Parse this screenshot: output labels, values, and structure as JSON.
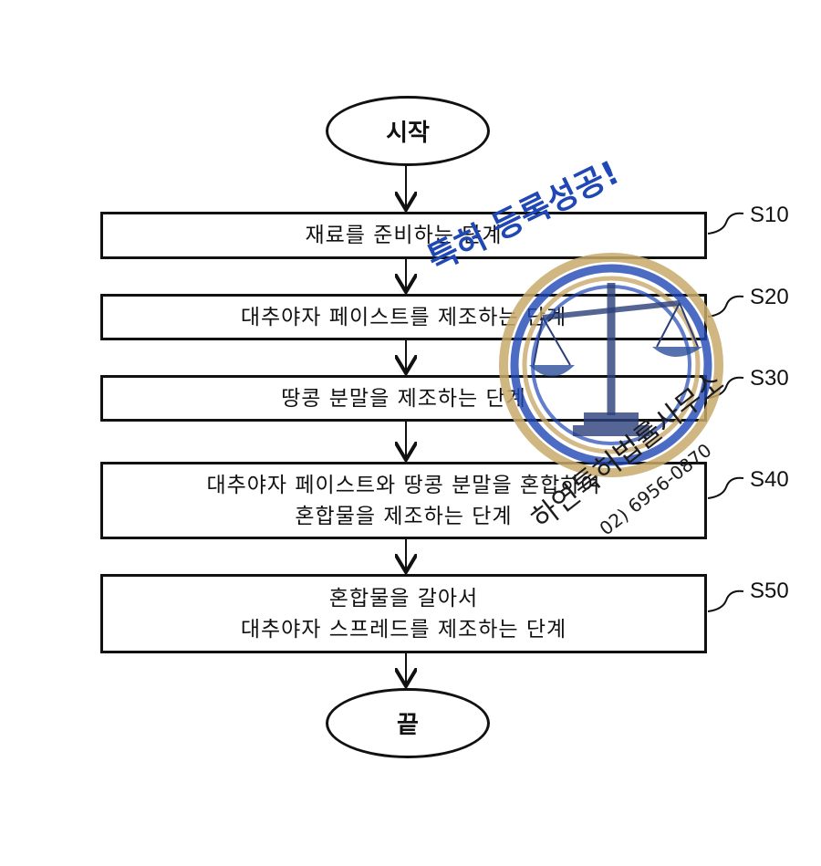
{
  "flowchart": {
    "start": "시작",
    "end": "끝",
    "steps": [
      {
        "id": "S10",
        "lines": [
          "재료를 준비하는 단계"
        ]
      },
      {
        "id": "S20",
        "lines": [
          "대추야자 페이스트를 제조하는 단계"
        ]
      },
      {
        "id": "S30",
        "lines": [
          "땅콩 분말을 제조하는 단계"
        ]
      },
      {
        "id": "S40",
        "lines": [
          "대추야자 페이스트와 땅콩 분말을 혼합하여",
          "혼합물을 제조하는 단계"
        ]
      },
      {
        "id": "S50",
        "lines": [
          "혼합물을 갈아서",
          "대추야자 스프레드를 제조하는 단계"
        ]
      }
    ]
  },
  "watermark": {
    "banner": "특허 등록성공!",
    "firm": "하연특허법률사무소",
    "phone": "02) 6956-0870",
    "colors": {
      "blue": "#1f47b5",
      "gold": "#c8a96a"
    }
  }
}
